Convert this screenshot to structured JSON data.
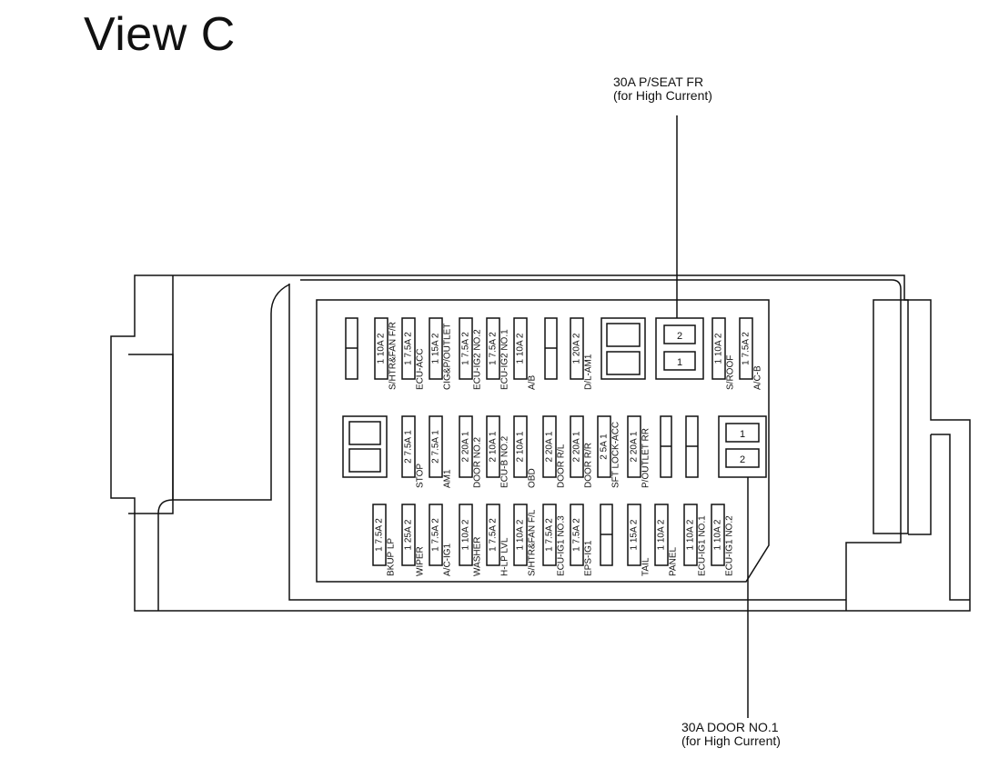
{
  "title": "View C",
  "callouts": {
    "seat": {
      "line1": "30A P/SEAT FR",
      "line2": "(for High Current)"
    },
    "door": {
      "line1": "30A DOOR NO.1",
      "line2": "(for High Current)"
    }
  },
  "relay_box": {
    "top_terminals": [
      "2",
      "1"
    ],
    "right_terminals": [
      "1",
      "2"
    ]
  },
  "fuses": {
    "row1": [
      {
        "label": "S/HTR&FAN F/R",
        "text": "1 10A 2"
      },
      {
        "label": "ECU-ACC",
        "text": "1 7.5A 2"
      },
      {
        "label": "CIG&P/OUTLET",
        "text": "1 15A 2"
      },
      {
        "label": "ECU-IG2 NO.2",
        "text": "1 7.5A 2"
      },
      {
        "label": "ECU-IG2 NO.1",
        "text": "1 7.5A 2"
      },
      {
        "label": "A/B",
        "text": "1 10A 2"
      },
      {
        "label": "D/L-AM1",
        "text": "1 20A 2"
      },
      {
        "label": "S/ROOF",
        "text": "1 10A 2"
      },
      {
        "label": "A/C-B",
        "text": "1 7.5A 2"
      }
    ],
    "row2": [
      {
        "label": "STOP",
        "text": "2 7.5A 1"
      },
      {
        "label": "AM1",
        "text": "2 7.5A 1"
      },
      {
        "label": "DOOR NO.2",
        "text": "2 20A 1"
      },
      {
        "label": "ECU-B NO.2",
        "text": "2 10A 1"
      },
      {
        "label": "OBD",
        "text": "2 10A 1"
      },
      {
        "label": "DOOR R/L",
        "text": "2 20A 1"
      },
      {
        "label": "DOOR R/R",
        "text": "2 20A 1"
      },
      {
        "label": "SFT LOCK-ACC",
        "text": "2 5A 1"
      },
      {
        "label": "P/OUTLET RR",
        "text": "2 20A 1"
      }
    ],
    "row3": [
      {
        "label": "BKUP LP",
        "text": "1 7.5A 2"
      },
      {
        "label": "WIPER",
        "text": "1 25A 2"
      },
      {
        "label": "A/C-IG1",
        "text": "1 7.5A 2"
      },
      {
        "label": "WASHER",
        "text": "1 10A 2"
      },
      {
        "label": "H-LP LVL",
        "text": "1 7.5A 2"
      },
      {
        "label": "S/HTR&FAN F/L",
        "text": "1 10A 2"
      },
      {
        "label": "ECU-IG1 NO.3",
        "text": "1 7.5A 2"
      },
      {
        "label": "EPS-IG1",
        "text": "1 7.5A 2"
      },
      {
        "label": "TAIL",
        "text": "1 15A 2"
      },
      {
        "label": "PANEL",
        "text": "1 10A 2"
      },
      {
        "label": "ECU-IG1 NO.1",
        "text": "1 10A 2"
      },
      {
        "label": "ECU-IG1 NO.2",
        "text": "1 10A 2"
      }
    ]
  }
}
